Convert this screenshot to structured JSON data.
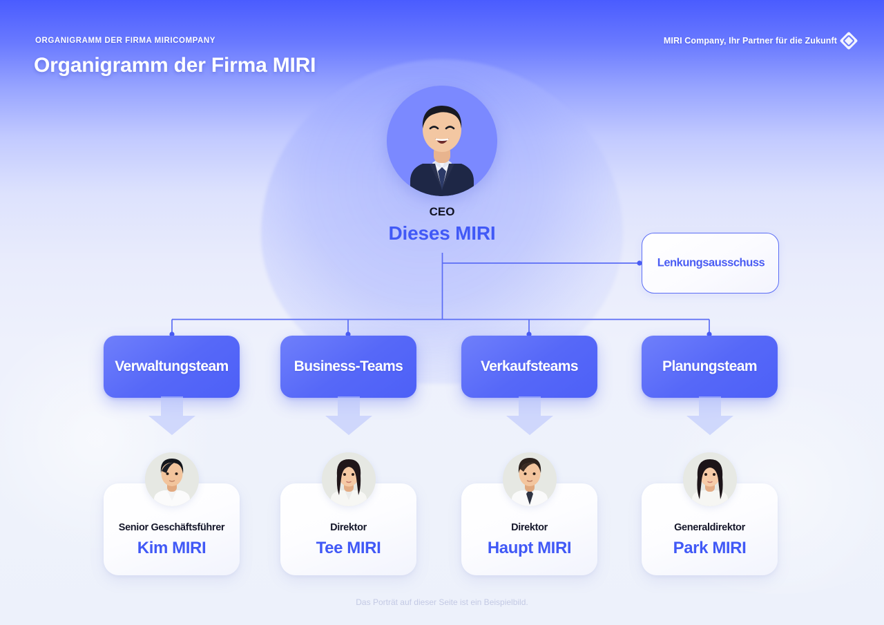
{
  "header": {
    "eyebrow": "ORGANIGRAMM DER FIRMA MIRICOMPANY",
    "title": "Organigramm der Firma MIRI",
    "brand_tagline": "MIRI Company, Ihr Partner für die Zukunft",
    "logo_icon": "diamond-logo-icon"
  },
  "ceo": {
    "role": "CEO",
    "name": "Dieses MIRI",
    "avatar_icon": "ceo-portrait-avatar"
  },
  "committee": {
    "label": "Lenkungsausschuss"
  },
  "teams": [
    {
      "label": "Verwaltungsteam"
    },
    {
      "label": "Business-Teams"
    },
    {
      "label": "Verkaufsteams"
    },
    {
      "label": "Planungsteam"
    }
  ],
  "people": [
    {
      "role": "Senior Geschäftsführer",
      "name": "Kim MIRI",
      "avatar_icon": "person-portrait-avatar"
    },
    {
      "role": "Direktor",
      "name": "Tee MIRI",
      "avatar_icon": "person-portrait-avatar"
    },
    {
      "role": "Direktor",
      "name": "Haupt MIRI",
      "avatar_icon": "person-portrait-avatar"
    },
    {
      "role": "Generaldirektor",
      "name": "Park MIRI",
      "avatar_icon": "person-portrait-avatar"
    }
  ],
  "footnote": "Das Porträt auf dieser Seite ist ein Beispielbild.",
  "colors": {
    "accent_blue": "#4159f6",
    "team_box_blue": "#5668f8",
    "connector_blue": "#5a6cf5",
    "header_gradient_top": "#4a5cff",
    "page_background": "#eef2fb",
    "role_text": "#15172a",
    "footnote_text": "#c3c9e4"
  }
}
